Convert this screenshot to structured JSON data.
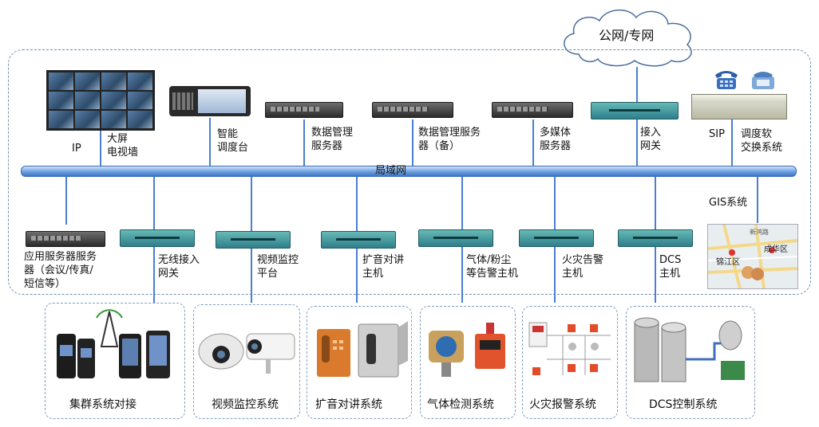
{
  "cloud": {
    "label": "公网/专网"
  },
  "lan": {
    "label": "局域网"
  },
  "top_nodes": [
    {
      "label": "IP"
    },
    {
      "label": "大屏\n电视墙"
    },
    {
      "label": "智能\n调度台"
    },
    {
      "label": "数据管理\n服务器"
    },
    {
      "label": "数据管理服务\n器（备）"
    },
    {
      "label": "多媒体\n服务器"
    },
    {
      "label": "接入\n网关"
    },
    {
      "label": "SIP"
    },
    {
      "label": "调度软\n交换系统"
    }
  ],
  "gis": {
    "label": "GIS系统",
    "map_labels": [
      "成华区",
      "锦江区",
      "新鸿路"
    ]
  },
  "bottom_nodes": [
    {
      "label": "应用服务器服务\n器（会议/传真/\n短信等）"
    },
    {
      "label": "无线接入\n网关"
    },
    {
      "label": "视频监控\n平台"
    },
    {
      "label": "扩音对讲\n主机"
    },
    {
      "label": "气体/粉尘\n等告警主机"
    },
    {
      "label": "火灾告警\n主机"
    },
    {
      "label": "DCS\n主机"
    }
  ],
  "subsystems": [
    {
      "label": "集群系统对接"
    },
    {
      "label": "视频监控系统"
    },
    {
      "label": "扩音对讲系统"
    },
    {
      "label": "气体检测系统"
    },
    {
      "label": "火灾报警系统"
    },
    {
      "label": "DCS控制系统"
    }
  ],
  "colors": {
    "bus": "#4a7fd1",
    "frame": "#6f8fb3",
    "gateway": "#2f7f8c"
  }
}
